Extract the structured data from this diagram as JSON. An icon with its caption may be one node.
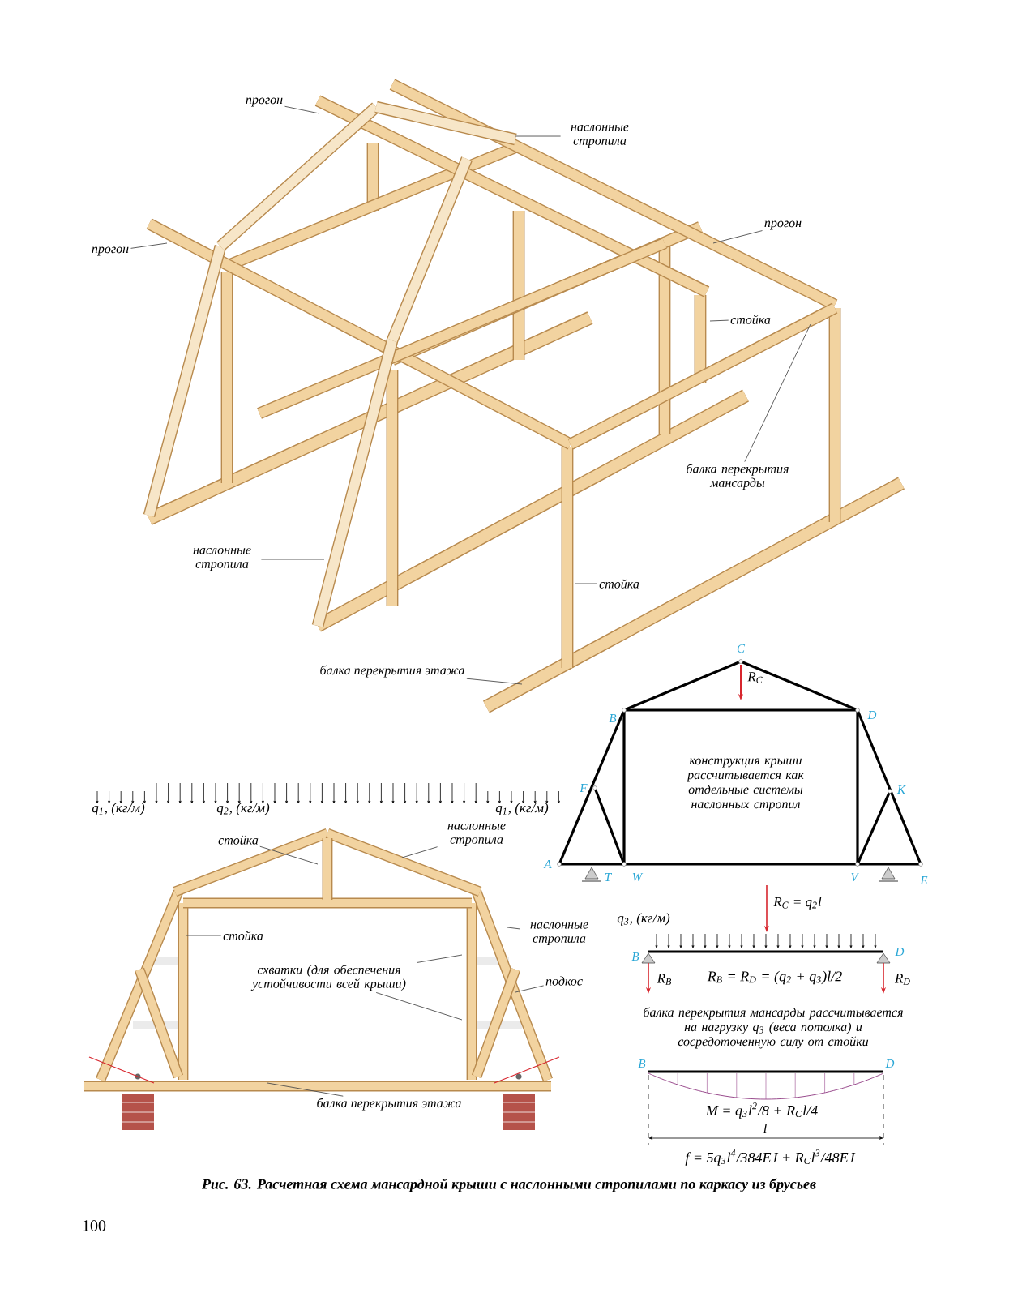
{
  "diagram": {
    "caption": "Рис. 63. Расчетная схема мансардной крыши с наслонными стропилами по каркасу из брусьев",
    "nodes": [
      {
        "text": [
          "прогон"
        ]
      },
      {
        "text": [
          "наслонные стропила"
        ]
      },
      {
        "text": [
          "прогон"
        ]
      },
      {
        "text": [
          "прогон"
        ]
      },
      {
        "text": [
          "стойка"
        ]
      },
      {
        "text": [
          "балка перекрытия мансарды"
        ]
      },
      {
        "text": [
          "наслонные стропила"
        ]
      },
      {
        "text": [
          "стойка"
        ]
      },
      {
        "text": [
          "балка перекрытия этажа"
        ]
      },
      {
        "text": [
          "стойка"
        ]
      },
      {
        "text": [
          "наслонные стропила"
        ]
      },
      {
        "text": [
          "стойка"
        ]
      },
      {
        "text": [
          "наслонные стропила"
        ]
      },
      {
        "text": [
          "схватки (для обеспечения устойчивости всей крыши)"
        ]
      },
      {
        "text": [
          "подкос"
        ]
      },
      {
        "text": [
          "балка перекрытия этажа"
        ]
      }
    ],
    "edges": [
      {
        "from": 0,
        "to": null,
        "arrow": "none"
      },
      {
        "from": 1,
        "to": null,
        "arrow": "none"
      },
      {
        "from": 2,
        "to": null,
        "arrow": "none"
      },
      {
        "from": 3,
        "to": null,
        "arrow": "none"
      },
      {
        "from": 4,
        "to": null,
        "arrow": "none"
      },
      {
        "from": 5,
        "to": null,
        "arrow": "none"
      },
      {
        "from": 6,
        "to": null,
        "arrow": "none"
      },
      {
        "from": 7,
        "to": null,
        "arrow": "none"
      },
      {
        "from": 8,
        "to": null,
        "arrow": "none"
      },
      {
        "from": 9,
        "to": null,
        "arrow": "none"
      },
      {
        "from": 10,
        "to": null,
        "arrow": "none"
      },
      {
        "from": 11,
        "to": null,
        "arrow": "none"
      },
      {
        "from": 12,
        "to": null,
        "arrow": "none"
      },
      {
        "from": 13,
        "to": null,
        "arrow": "none"
      },
      {
        "from": 13,
        "to": null,
        "arrow": "none"
      },
      {
        "from": 14,
        "to": null,
        "arrow": "none"
      },
      {
        "from": 15,
        "to": null,
        "arrow": "none"
      }
    ],
    "labels": [
      "q$_{1}$, (кг/м)",
      "q$_{2}$, (кг/м)",
      "q$_{1}$, (кг/м)",
      "C",
      "R$_{C}$",
      "B",
      "D",
      "F",
      "конструкция крыши рассчитывается как отдельные системы наслонных стропил",
      "K",
      "A",
      "T",
      "W",
      "V",
      "E",
      "R$_{C}$ = q$_{2}$l",
      "q$_{3}$, (кг/м)",
      "B",
      "D",
      "R$_{B}$",
      "R$_{B}$ = R$_{D}$ = (q$_{2}$ + q$_{3}$)l/2",
      "R$_{D}$",
      "балка перекрытия мансарды рассчитывается на нагрузку q$_{3}$ (веса потолка) и сосредоточенную силу от стойки",
      "B",
      "D",
      "M = q$_{3}$l$^{2}$/8 + R$_{C}$l/4",
      "l",
      "f = 5q$_{3}$l$^{4}$/384EJ + R$_{C}$l$^{3}$/48EJ",
      "100"
    ]
  }
}
